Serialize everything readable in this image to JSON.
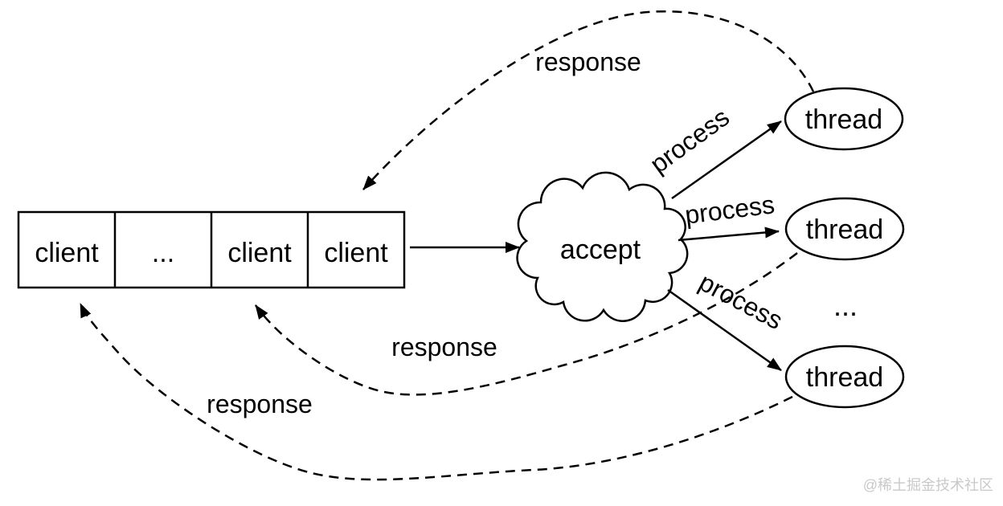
{
  "diagram": {
    "client_queue": {
      "cells": [
        "client",
        "...",
        "client",
        "client"
      ]
    },
    "accept": {
      "label": "accept"
    },
    "threads": {
      "labels": [
        "thread",
        "thread",
        "thread"
      ],
      "ellipsis": "..."
    },
    "process_labels": [
      "process",
      "process",
      "process"
    ],
    "response_labels": [
      "response",
      "response",
      "response"
    ],
    "watermark": "@稀土掘金技术社区",
    "colors": {
      "stroke": "#000000",
      "background": "#ffffff",
      "watermark": "#c9c9c9"
    }
  }
}
